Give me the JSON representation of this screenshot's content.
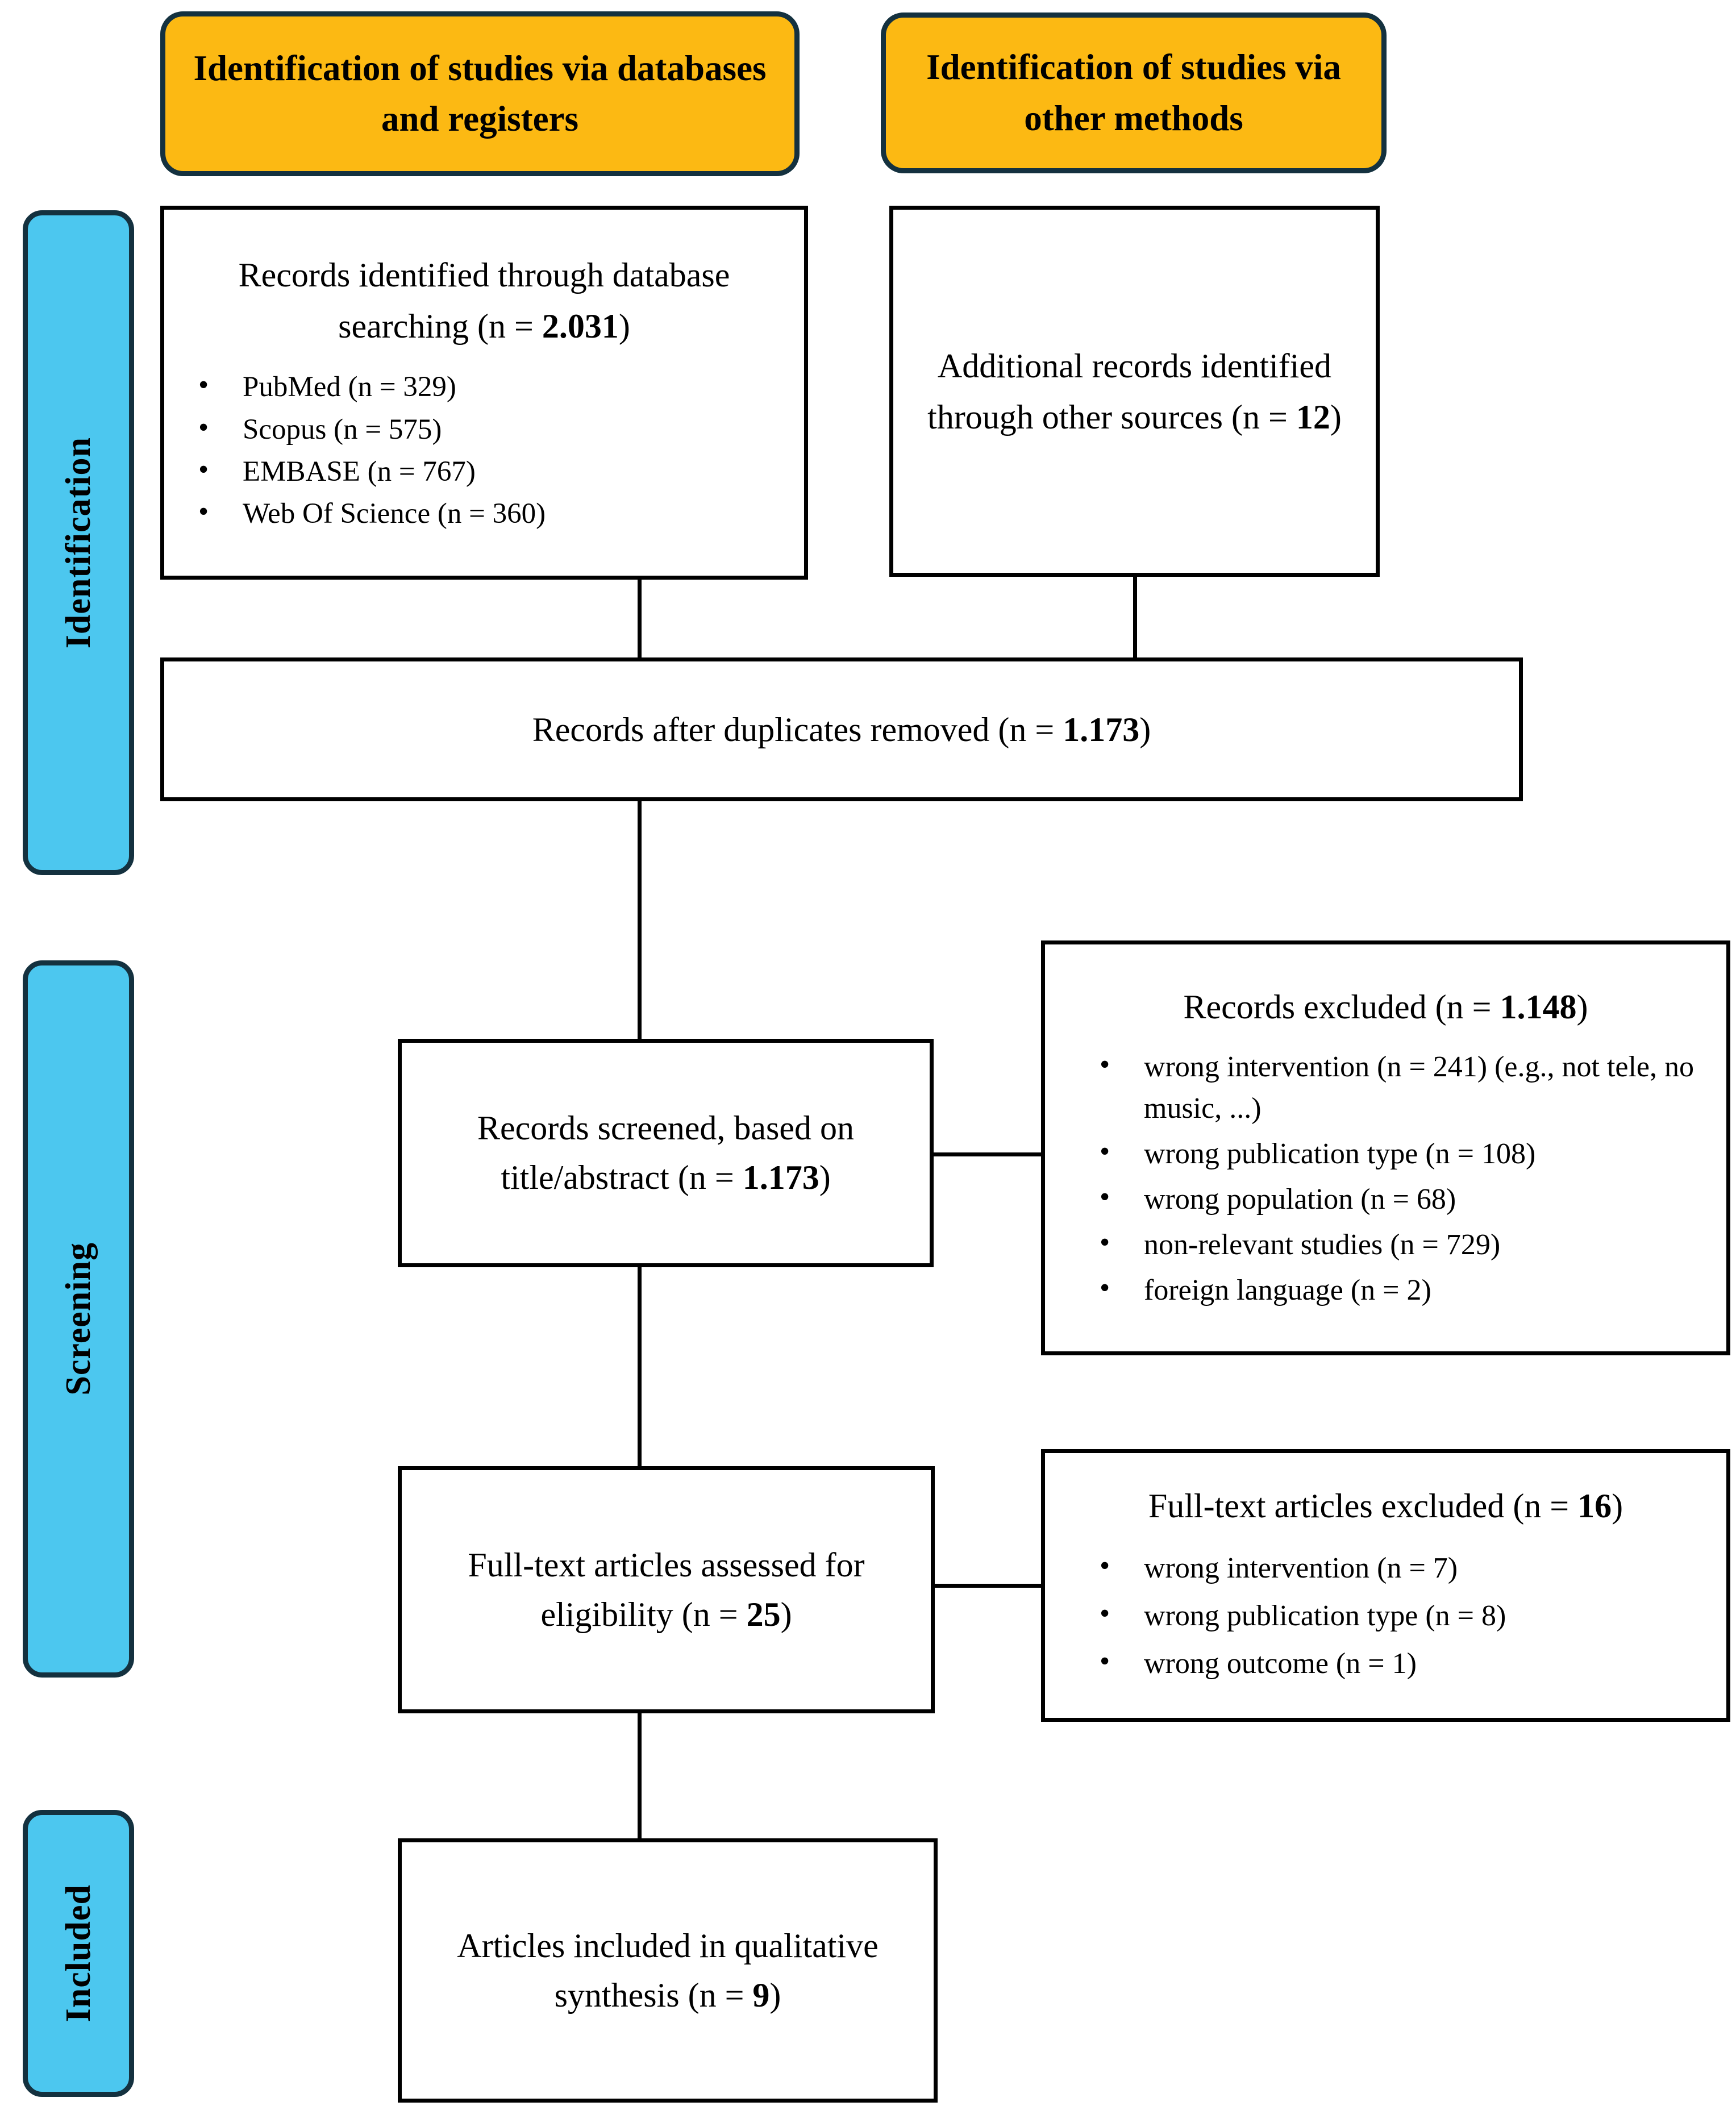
{
  "diagram": {
    "type": "prisma-flow-diagram",
    "colors": {
      "banner_fill": "#FCB913",
      "phase_fill": "#4CC7EF",
      "border_dark": "#14313F",
      "box_border": "#000000"
    }
  },
  "phases": [
    {
      "id": "identification",
      "label": "Identification"
    },
    {
      "id": "screening",
      "label": "Screening"
    },
    {
      "id": "included",
      "label": "Included"
    }
  ],
  "banners": {
    "databases": "Identification of studies via databases and registers",
    "other_methods": "Identification of studies via other methods"
  },
  "boxes": {
    "identified": {
      "heading_prefix": "Records identified through database searching (n = ",
      "heading_value": "2.031",
      "heading_suffix": ")",
      "sources": [
        "PubMed (n = 329)",
        "Scopus (n = 575)",
        "EMBASE (n = 767)",
        "Web Of Science (n = 360)"
      ]
    },
    "additional": {
      "heading_prefix": "Additional records identified through other sources (n = ",
      "heading_value": "12",
      "heading_suffix": ")"
    },
    "duplicates": {
      "heading_prefix": "Records after duplicates removed (n = ",
      "heading_value": "1.173",
      "heading_suffix": ")"
    },
    "screened": {
      "heading_prefix": "Records screened, based on title/abstract (n = ",
      "heading_value": "1.173",
      "heading_suffix": ")"
    },
    "records_excluded": {
      "heading_prefix": "Records excluded (n = ",
      "heading_value": "1.148",
      "heading_suffix": ")",
      "reasons": [
        "wrong intervention (n = 241) (e.g., not tele, no music, ...)",
        "wrong publication type (n = 108)",
        "wrong population (n = 68)",
        "non-relevant studies (n = 729)",
        "foreign language (n = 2)"
      ]
    },
    "fulltext_assessed": {
      "heading_prefix": "Full-text articles assessed for eligibility (n = ",
      "heading_value": "25",
      "heading_suffix": ")"
    },
    "fulltext_excluded": {
      "heading_prefix": "Full-text articles excluded (n = ",
      "heading_value": "16",
      "heading_suffix": ")",
      "reasons": [
        "wrong intervention (n = 7)",
        "wrong publication type (n = 8)",
        "wrong outcome (n = 1)"
      ]
    },
    "included": {
      "heading_prefix": "Articles included in qualitative synthesis (n = ",
      "heading_value": "9",
      "heading_suffix": ")"
    }
  },
  "chart_data": {
    "type": "diagram",
    "title": "PRISMA flow diagram",
    "nodes": [
      {
        "id": "identified",
        "stage": "identification",
        "n": 2031
      },
      {
        "id": "additional",
        "stage": "identification",
        "n": 12
      },
      {
        "id": "duplicates_removed",
        "stage": "identification",
        "n": 1173
      },
      {
        "id": "screened",
        "stage": "screening",
        "n": 1173
      },
      {
        "id": "records_excluded",
        "stage": "screening",
        "n": 1148
      },
      {
        "id": "fulltext_assessed",
        "stage": "screening",
        "n": 25
      },
      {
        "id": "fulltext_excluded",
        "stage": "screening",
        "n": 16
      },
      {
        "id": "included",
        "stage": "included",
        "n": 9
      }
    ],
    "database_counts": {
      "PubMed": 329,
      "Scopus": 575,
      "EMBASE": 767,
      "Web Of Science": 360
    },
    "records_excluded_breakdown": {
      "wrong intervention": 241,
      "wrong publication type": 108,
      "wrong population": 68,
      "non-relevant studies": 729,
      "foreign language": 2
    },
    "fulltext_excluded_breakdown": {
      "wrong intervention": 7,
      "wrong publication type": 8,
      "wrong outcome": 1
    }
  }
}
